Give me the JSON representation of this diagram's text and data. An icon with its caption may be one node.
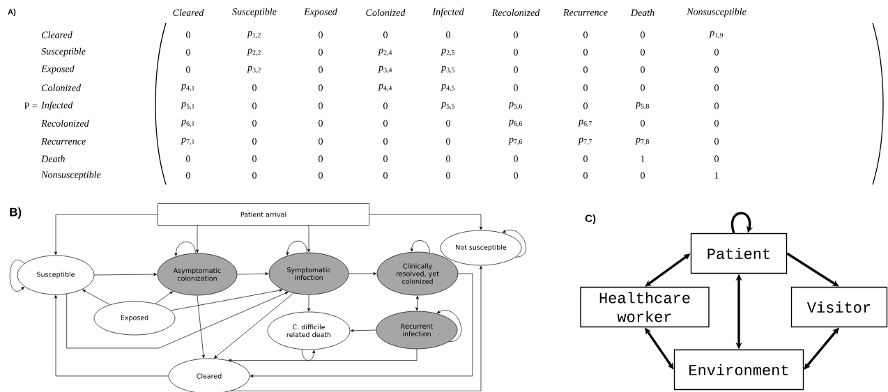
{
  "diagram": {
    "nodes": [
      {
        "text": [
          "Patient arrival"
        ]
      },
      {
        "text": [
          "Susceptible"
        ]
      },
      {
        "text": [
          "Asymptomatic colonization"
        ]
      },
      {
        "text": [
          "Symptomatic infection"
        ]
      },
      {
        "text": [
          "Clinically resolved, yet colonized"
        ]
      },
      {
        "text": [
          "Not susceptible"
        ]
      },
      {
        "text": [
          "Exposed"
        ]
      },
      {
        "text": [
          "C. difficile related death"
        ]
      },
      {
        "text": [
          "Recurrent infection"
        ]
      },
      {
        "text": [
          "Cleared"
        ]
      },
      {
        "text": [
          "Patient"
        ]
      },
      {
        "text": [
          "Healthcare worker"
        ]
      },
      {
        "text": [
          "Visitor"
        ]
      },
      {
        "text": [
          "Environment"
        ]
      }
    ],
    "edges": [
      {
        "from": 0,
        "to": 1,
        "arrow": "to"
      },
      {
        "from": 0,
        "to": 2,
        "arrow": "to"
      },
      {
        "from": 0,
        "to": 3,
        "arrow": "to"
      },
      {
        "from": 0,
        "to": 5,
        "arrow": "to"
      },
      {
        "from": 1,
        "to": 1,
        "arrow": "to"
      },
      {
        "from": 1,
        "to": 2,
        "arrow": "to"
      },
      {
        "from": 2,
        "to": 2,
        "arrow": "to"
      },
      {
        "from": 2,
        "to": 3,
        "arrow": "to"
      },
      {
        "from": 3,
        "to": 3,
        "arrow": "to"
      },
      {
        "from": 3,
        "to": 4,
        "arrow": "to"
      },
      {
        "from": 4,
        "to": 4,
        "arrow": "to"
      },
      {
        "from": 5,
        "to": 5,
        "arrow": "to"
      },
      {
        "from": 6,
        "to": 1,
        "arrow": "to"
      },
      {
        "from": 6,
        "to": 2,
        "arrow": "to"
      },
      {
        "from": 6,
        "to": 3,
        "arrow": "to"
      },
      {
        "from": 1,
        "to": 3,
        "arrow": "to"
      },
      {
        "from": 2,
        "to": 9,
        "arrow": "to"
      },
      {
        "from": 3,
        "to": 9,
        "arrow": "to"
      },
      {
        "from": 3,
        "to": 7,
        "arrow": "to"
      },
      {
        "from": 4,
        "to": 8,
        "arrow": "both"
      },
      {
        "from": 8,
        "to": 8,
        "arrow": "to"
      },
      {
        "from": 8,
        "to": 7,
        "arrow": "to"
      },
      {
        "from": 7,
        "to": 7,
        "arrow": "to"
      },
      {
        "from": 8,
        "to": 9,
        "arrow": "to"
      },
      {
        "from": 4,
        "to": 9,
        "arrow": "to"
      },
      {
        "from": 9,
        "to": 5,
        "arrow": "to"
      },
      {
        "from": 9,
        "to": 1,
        "arrow": "to"
      },
      {
        "from": 10,
        "to": 10,
        "arrow": "to",
        "style": "thick"
      },
      {
        "from": 10,
        "to": 11,
        "arrow": "both",
        "style": "thick"
      },
      {
        "from": 10,
        "to": 12,
        "arrow": "to",
        "style": "thick"
      },
      {
        "from": 10,
        "to": 13,
        "arrow": "both",
        "style": "thick"
      },
      {
        "from": 11,
        "to": 13,
        "arrow": "both",
        "style": "thick"
      },
      {
        "from": 12,
        "to": 13,
        "arrow": "both",
        "style": "thick"
      }
    ],
    "labels": [
      "A)",
      "Cleared",
      "Susceptible",
      "Exposed",
      "Colonized",
      "Infected",
      "Recolonized",
      "Recurrence",
      "Death",
      "Nonsusceptible",
      "P =",
      "Cleared",
      "0",
      "*p*$_{1,2}$",
      "0",
      "0",
      "0",
      "0",
      "0",
      "0",
      "*p*$_{1,9}$",
      "Susceptible",
      "0",
      "*p*$_{2,2}$",
      "0",
      "*p*$_{2,4}$",
      "*p*$_{2,5}$",
      "0",
      "0",
      "0",
      "0",
      "Exposed",
      "0",
      "*p*$_{3,2}$",
      "0",
      "*p*$_{3,4}$",
      "*p*$_{3,5}$",
      "0",
      "0",
      "0",
      "0",
      "Colonized",
      "*p*$_{4,1}$",
      "0",
      "0",
      "*p*$_{4,4}$",
      "*p*$_{4,5}$",
      "0",
      "0",
      "0",
      "0",
      "Infected",
      "*p*$_{5,1}$",
      "0",
      "0",
      "0",
      "*p*$_{5,5}$",
      "*p*$_{5,6}$",
      "0",
      "*p*$_{5,8}$",
      "0",
      "Recolonized",
      "*p*$_{6,1}$",
      "0",
      "0",
      "0",
      "0",
      "*p*$_{6,6}$",
      "*p*$_{6,7}$",
      "0",
      "0",
      "Recurrence",
      "*p*$_{7,1}$",
      "0",
      "0",
      "0",
      "0",
      "*p*$_{7,6}$",
      "*p*$_{7,7}$",
      "*p*$_{7,8}$",
      "0",
      "Death",
      "0",
      "0",
      "0",
      "0",
      "0",
      "0",
      "0",
      "1",
      "0",
      "Nonsusceptible",
      "0",
      "0",
      "0",
      "0",
      "0",
      "0",
      "0",
      "0",
      "1",
      "B)",
      "C)"
    ]
  }
}
